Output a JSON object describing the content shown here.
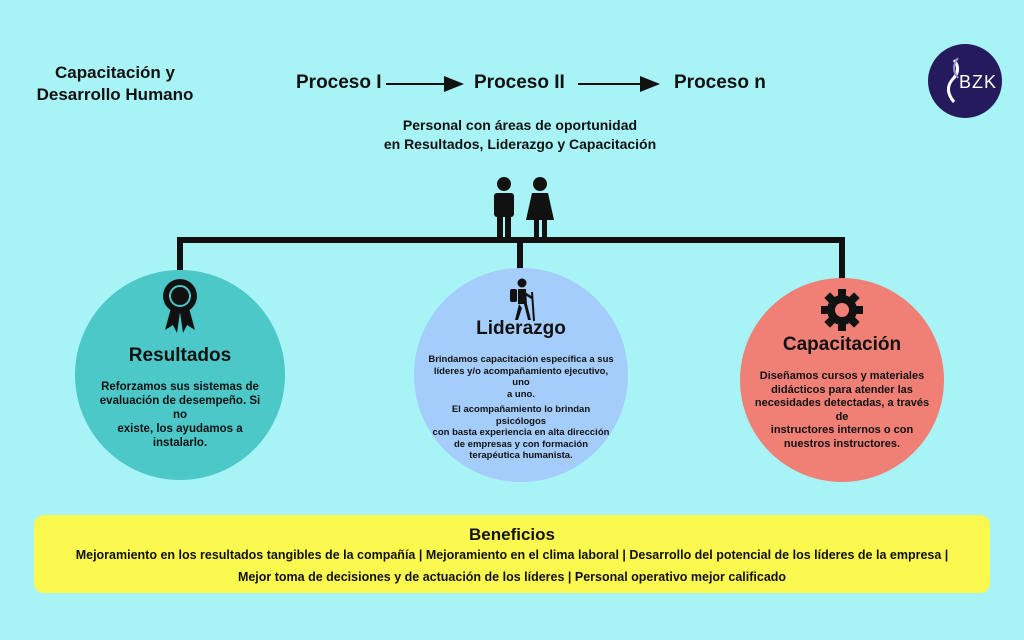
{
  "header": {
    "title_line1": "Capacitación y",
    "title_line2": "Desarrollo Humano",
    "process": [
      "Proceso I",
      "Proceso II",
      "Proceso n"
    ],
    "logo_text": "BZK"
  },
  "subtitle": {
    "line1": "Personal con áreas de oportunidad",
    "line2": "en Resultados, Liderazgo y Capacitación"
  },
  "nodes": [
    {
      "title": "Resultados",
      "color": "#4bc8c7",
      "icon": "award-ribbon-icon",
      "text": [
        "Reforzamos sus sistemas de",
        "evaluación de desempeño. Si no",
        "existe, los ayudamos a instalarlo."
      ]
    },
    {
      "title": "Liderazgo",
      "color": "#a5cdfc",
      "icon": "hiker-icon",
      "text": [
        "Brindamos capacitación específica a sus",
        "líderes y/o acompañamiento ejecutivo, uno",
        "a uno."
      ],
      "text2": [
        "El acompañamiento lo brindan psicólogos",
        "con basta experiencia en alta dirección",
        "de empresas y con formación",
        "terapéutica humanista."
      ]
    },
    {
      "title": "Capacitación",
      "color": "#f07f76",
      "icon": "gear-icon",
      "text": [
        "Diseñamos cursos y materiales",
        "didácticos para atender las",
        "necesidades detectadas, a través de",
        "instructores internos o con",
        "nuestros instructores."
      ]
    }
  ],
  "benefits": {
    "title": "Beneficios",
    "line1": "Mejoramiento en los resultados tangibles de la compañía | Mejoramiento en el clima laboral | Desarrollo del potencial de los líderes de la empresa |",
    "line2": "Mejor toma de decisiones y de actuación de los líderes | Personal operativo mejor calificado",
    "color": "#fbf84e"
  }
}
